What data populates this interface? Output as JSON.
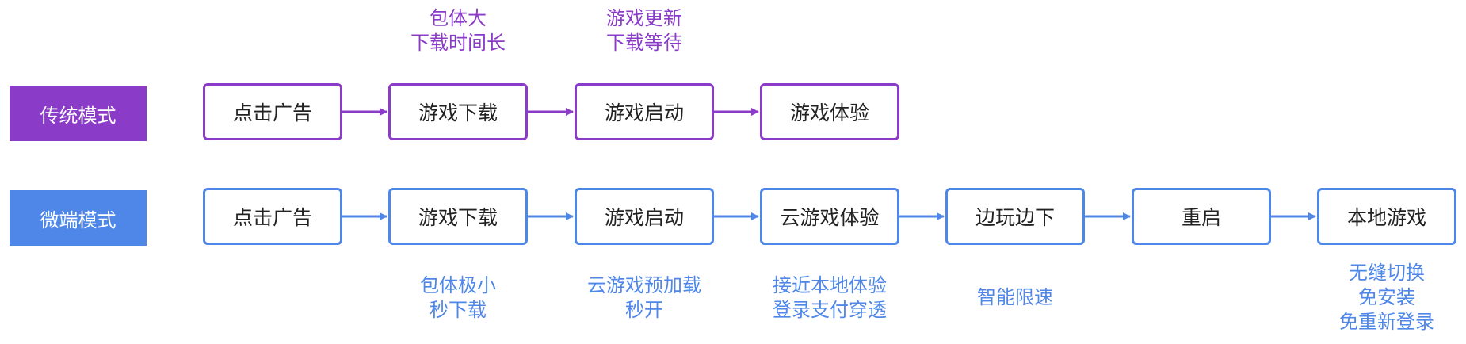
{
  "colors": {
    "purple": "#8a3bc7",
    "blue": "#4f87e8"
  },
  "traditional": {
    "label": "传统模式",
    "steps": [
      "点击广告",
      "游戏下载",
      "游戏启动",
      "游戏体验"
    ],
    "notes_above": [
      "包体大\n下载时间长",
      "游戏更新\n下载等待"
    ]
  },
  "micro": {
    "label": "微端模式",
    "steps": [
      "点击广告",
      "游戏下载",
      "游戏启动",
      "云游戏体验",
      "边玩边下",
      "重启",
      "本地游戏"
    ],
    "notes_below": [
      "包体极小\n秒下载",
      "云游戏预加载\n秒开",
      "接近本地体验\n登录支付穿透",
      "智能限速",
      "无缝切换\n免安装\n免重新登录"
    ]
  }
}
